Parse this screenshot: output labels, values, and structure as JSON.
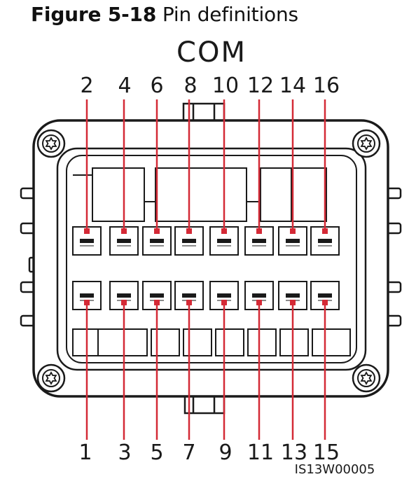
{
  "caption": {
    "figure_number": "Figure 5-18",
    "title": "Pin definitions"
  },
  "connector": {
    "label": "COM",
    "top_pins": [
      "2",
      "4",
      "6",
      "8",
      "10",
      "12",
      "14",
      "16"
    ],
    "bottom_pins": [
      "1",
      "3",
      "5",
      "7",
      "9",
      "11",
      "13",
      "15"
    ]
  },
  "image_code": "IS13W00005",
  "colors": {
    "pin_line": "#d42a36",
    "outline": "#1a1a1a",
    "background": "#ffffff"
  }
}
